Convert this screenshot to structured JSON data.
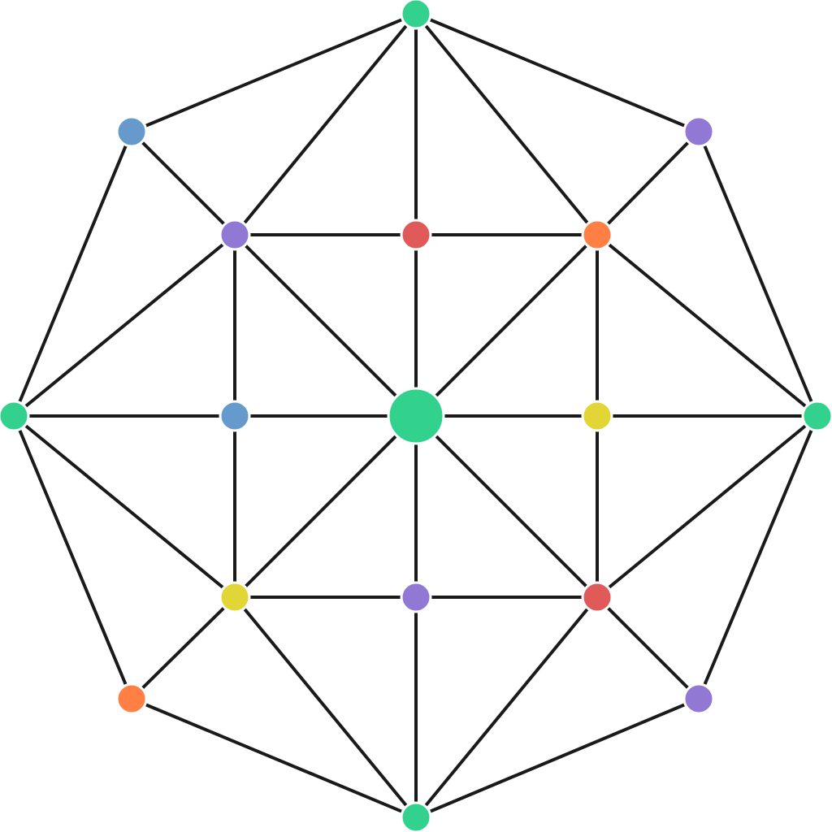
{
  "diagram": {
    "background": "#ffffff",
    "edge_color": "#1a1a1a",
    "palette": {
      "green": "#33d18e",
      "blue": "#6699cc",
      "purple": "#9178d4",
      "red": "#e05a5a",
      "orange": "#ff7f45",
      "yellow": "#e2d636"
    },
    "nodes": [
      {
        "id": "top",
        "color": "green"
      },
      {
        "id": "top-left",
        "color": "blue"
      },
      {
        "id": "top-right",
        "color": "purple"
      },
      {
        "id": "left",
        "color": "green"
      },
      {
        "id": "right",
        "color": "green"
      },
      {
        "id": "bottom-left",
        "color": "orange"
      },
      {
        "id": "bottom-right",
        "color": "purple"
      },
      {
        "id": "bottom",
        "color": "green"
      },
      {
        "id": "inner-top-left",
        "color": "purple"
      },
      {
        "id": "inner-top",
        "color": "red"
      },
      {
        "id": "inner-top-right",
        "color": "orange"
      },
      {
        "id": "inner-left",
        "color": "blue"
      },
      {
        "id": "center",
        "color": "green",
        "hub": true
      },
      {
        "id": "inner-right",
        "color": "yellow"
      },
      {
        "id": "inner-bottom-left",
        "color": "yellow"
      },
      {
        "id": "inner-bottom",
        "color": "purple"
      },
      {
        "id": "inner-bottom-right",
        "color": "red"
      }
    ],
    "edges": [
      [
        "top",
        "top-left"
      ],
      [
        "top-left",
        "left"
      ],
      [
        "left",
        "bottom-left"
      ],
      [
        "bottom-left",
        "bottom"
      ],
      [
        "bottom",
        "bottom-right"
      ],
      [
        "bottom-right",
        "right"
      ],
      [
        "right",
        "top-right"
      ],
      [
        "top-right",
        "top"
      ],
      [
        "top",
        "inner-top-left"
      ],
      [
        "top",
        "inner-top"
      ],
      [
        "top",
        "inner-top-right"
      ],
      [
        "top-left",
        "inner-top-left"
      ],
      [
        "top-right",
        "inner-top-right"
      ],
      [
        "bottom-left",
        "inner-bottom-left"
      ],
      [
        "bottom-right",
        "inner-bottom-right"
      ],
      [
        "left",
        "inner-top-left"
      ],
      [
        "left",
        "inner-left"
      ],
      [
        "left",
        "inner-bottom-left"
      ],
      [
        "right",
        "inner-top-right"
      ],
      [
        "right",
        "inner-right"
      ],
      [
        "right",
        "inner-bottom-right"
      ],
      [
        "bottom",
        "inner-bottom-left"
      ],
      [
        "bottom",
        "inner-bottom"
      ],
      [
        "bottom",
        "inner-bottom-right"
      ],
      [
        "inner-top-left",
        "inner-top"
      ],
      [
        "inner-top",
        "inner-top-right"
      ],
      [
        "inner-left",
        "center"
      ],
      [
        "center",
        "inner-right"
      ],
      [
        "inner-bottom-left",
        "inner-bottom"
      ],
      [
        "inner-bottom",
        "inner-bottom-right"
      ],
      [
        "inner-top-left",
        "inner-left"
      ],
      [
        "inner-left",
        "inner-bottom-left"
      ],
      [
        "inner-top",
        "center"
      ],
      [
        "center",
        "inner-bottom"
      ],
      [
        "inner-top-right",
        "inner-right"
      ],
      [
        "inner-right",
        "inner-bottom-right"
      ],
      [
        "center",
        "inner-top-left"
      ],
      [
        "center",
        "inner-top-right"
      ],
      [
        "center",
        "inner-bottom-left"
      ],
      [
        "center",
        "inner-bottom-right"
      ]
    ]
  }
}
